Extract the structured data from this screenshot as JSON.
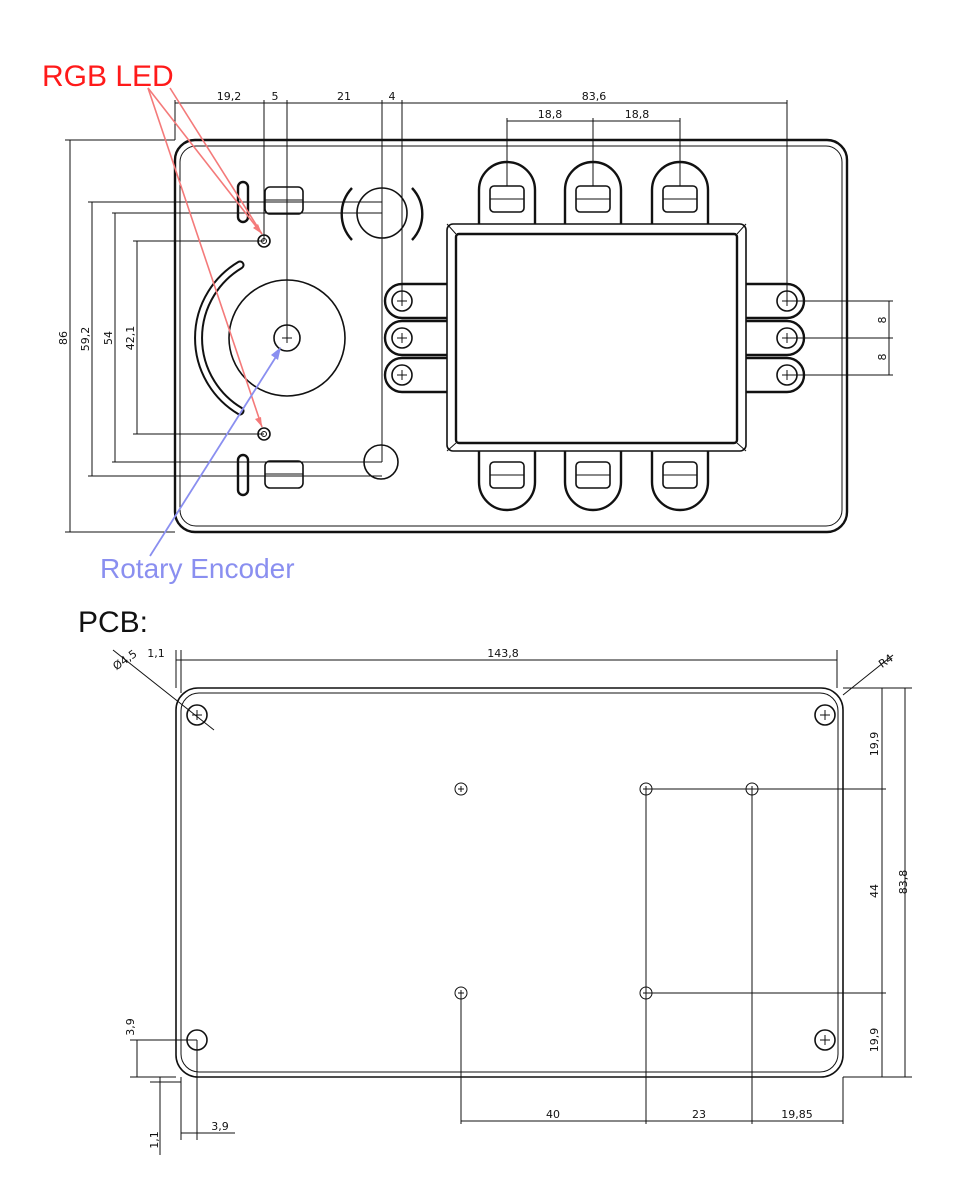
{
  "labels": {
    "rgb_led": "RGB LED",
    "rotary_encoder": "Rotary Encoder",
    "pcb_heading": "PCB:"
  },
  "colors": {
    "rgb_led": "#ff1a1a",
    "rotary_encoder": "#8a8ff0",
    "leader_red": "#f47a7a",
    "leader_blue": "#8a8ff0",
    "line": "#111111"
  },
  "top_dims": {
    "w1": "19,2",
    "w2": "5",
    "w3": "21",
    "w4": "4",
    "w5": "83,6",
    "pitch1": "18,8",
    "pitch2": "18,8",
    "height": "86",
    "h2": "59,2",
    "h3": "54",
    "h4": "42,1",
    "right1": "8",
    "right2": "8"
  },
  "pcb_dims": {
    "hole_dia": "Ø4,5",
    "edge": "1,1",
    "width": "143,8",
    "radius": "R4",
    "right_top": "19,9",
    "right_mid": "44",
    "right_total": "83,8",
    "right_bot": "19,9",
    "left_v": "3,9",
    "bottom_left_v": "1,1",
    "bottom_left_h": "3,9",
    "bot1": "40",
    "bot2": "23",
    "bot3": "19,85"
  }
}
